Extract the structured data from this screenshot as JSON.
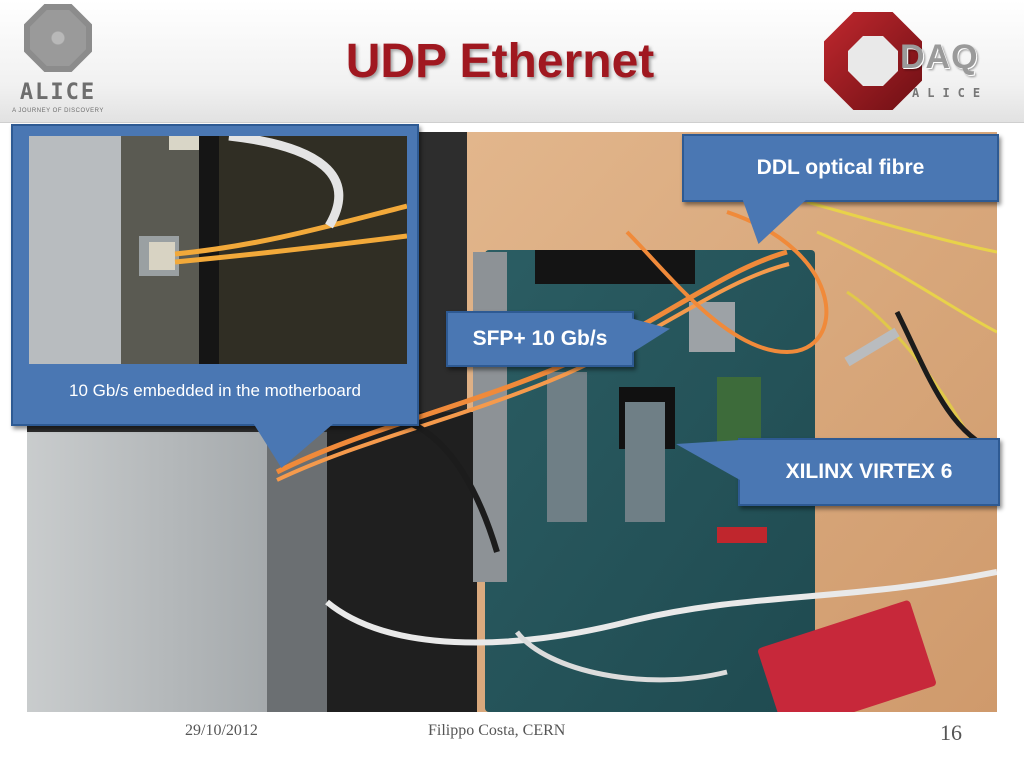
{
  "header": {
    "title": "UDP Ethernet",
    "alice_logo": {
      "word": "ALICE",
      "tagline": "A JOURNEY OF DISCOVERY"
    },
    "daq_logo": {
      "word": "DAQ",
      "subtitle": "ALICE"
    }
  },
  "callouts": {
    "inset_caption": "10 Gb/s embedded in the motherboard",
    "ddl": "DDL optical fibre",
    "sfp": "SFP+ 10 Gb/s",
    "xilinx": "XILINX VIRTEX 6"
  },
  "footer": {
    "date": "29/10/2012",
    "author": "Filippo Costa, CERN",
    "page": "16"
  },
  "colors": {
    "title": "#a01820",
    "callout_fill": "#4a77b3",
    "callout_border": "#2e5a93",
    "callout_text": "#ffffff"
  }
}
